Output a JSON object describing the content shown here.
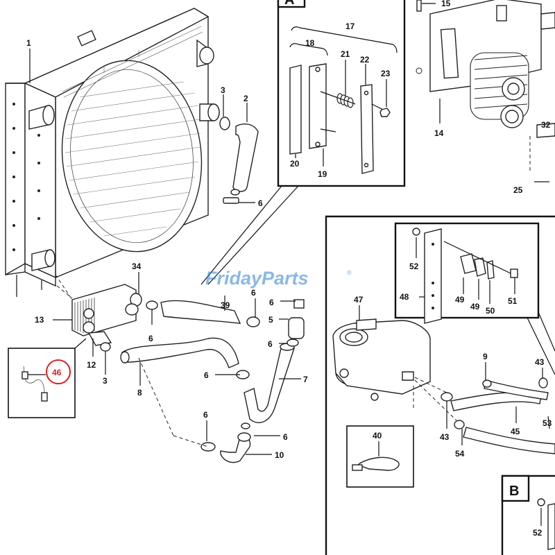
{
  "watermark": {
    "brand": "FridayParts",
    "mark": "®",
    "color": "#2a7fd4",
    "accent": "#f2a11f"
  },
  "highlight": {
    "part": "46",
    "color": "#d82020"
  },
  "boxes": {
    "a_letter": "A",
    "b_letter": "B"
  },
  "callouts": {
    "c1": "1",
    "c2": "2",
    "c3a": "3",
    "c3b": "3",
    "c6a": "6",
    "c34": "34",
    "c13": "13",
    "c6b": "6",
    "c12": "12",
    "c39": "39",
    "c6c": "6",
    "c6d": "6",
    "c5": "5",
    "c6e": "6",
    "c7": "7",
    "c8": "8",
    "c6f": "6",
    "c6g": "6",
    "c6h": "6",
    "c10": "10",
    "c46": "46",
    "c17": "17",
    "c18": "18",
    "c21": "21",
    "c22": "22",
    "c23": "23",
    "c20": "20",
    "c19": "19",
    "c15": "15",
    "c14": "14",
    "c32": "32",
    "c25": "25",
    "c52a": "52",
    "c48": "48",
    "c49a": "49",
    "c49b": "49",
    "c50": "50",
    "c51": "51",
    "c47": "47",
    "c9": "9",
    "c43a": "43",
    "c43b": "43",
    "c45": "45",
    "c53": "53",
    "c54": "54",
    "c40": "40",
    "c52b": "52"
  }
}
